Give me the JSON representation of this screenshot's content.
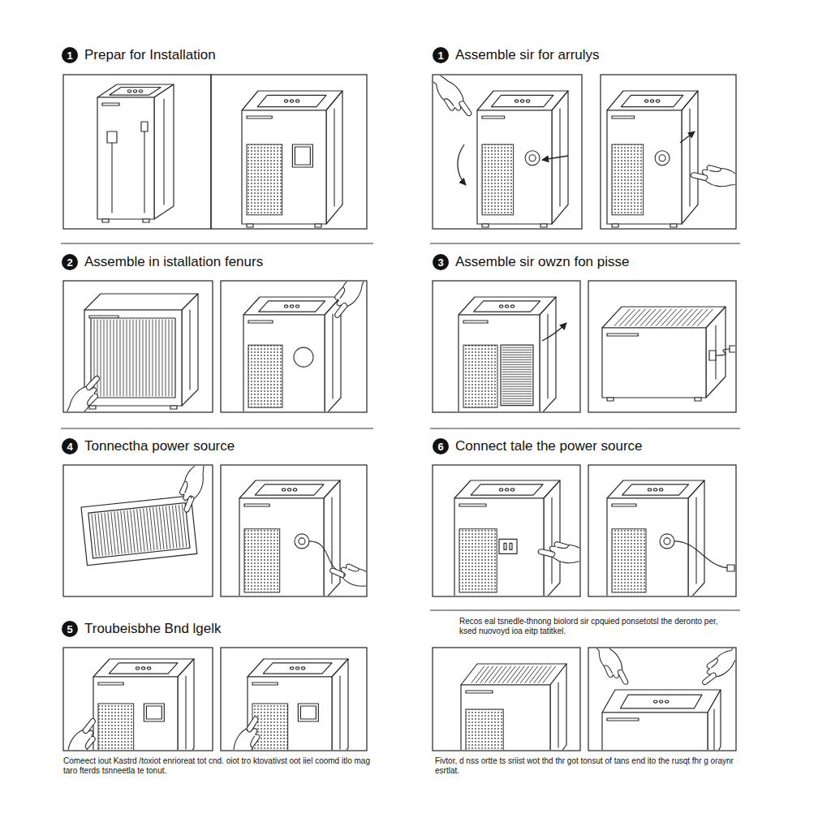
{
  "diagram": {
    "nodes": [
      {
        "text": [
          "1"
        ]
      },
      {
        "text": [
          "1"
        ]
      },
      {
        "text": [
          "2"
        ]
      },
      {
        "text": [
          "3"
        ]
      },
      {
        "text": [
          "4"
        ]
      },
      {
        "text": [
          "6"
        ]
      },
      {
        "text": [
          "5"
        ]
      }
    ],
    "labels": [
      "Prepar for Installation",
      "Assemble sir for arrulys",
      "Assemble in istallation fenurs",
      "Assemble sir owzn fon pisse",
      "Tonnectha power source",
      "Connect tale the power source",
      "Troubeisbhe Bnd lgelk",
      "Recos eal tsnedle-thnong biolord sir cpquied ponsetotsl the deronto per, ksed nuovoyd ioa eitp tatitkel.",
      "Comeect iout Kastrd /toxiot enrioreat tot cnd. oiot tro ktovativst oot iiel coomd itlo mag taro fterds tsnneetla te tonut.",
      "Fivtor, d nss ortte ts sriist wot thd thr got tonsut of tans end ito the rusqt fhr g oraynr esrtlat."
    ]
  }
}
